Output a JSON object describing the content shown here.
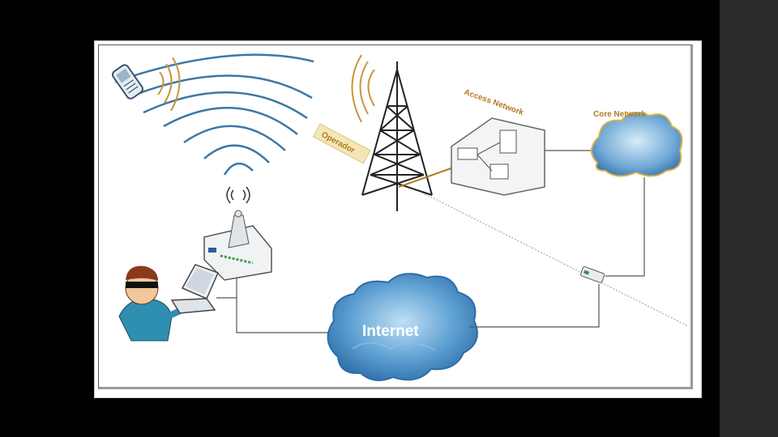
{
  "diagram": {
    "labels": {
      "access_network": "Access Network",
      "core_network": "Core Network",
      "operator": "Operador",
      "internet": "Internet"
    },
    "colors": {
      "wave_blue": "#3a78a8",
      "wave_gold": "#c8963c",
      "cloud_blue": "#4a8fc8",
      "label_gold": "#b07a20"
    }
  }
}
